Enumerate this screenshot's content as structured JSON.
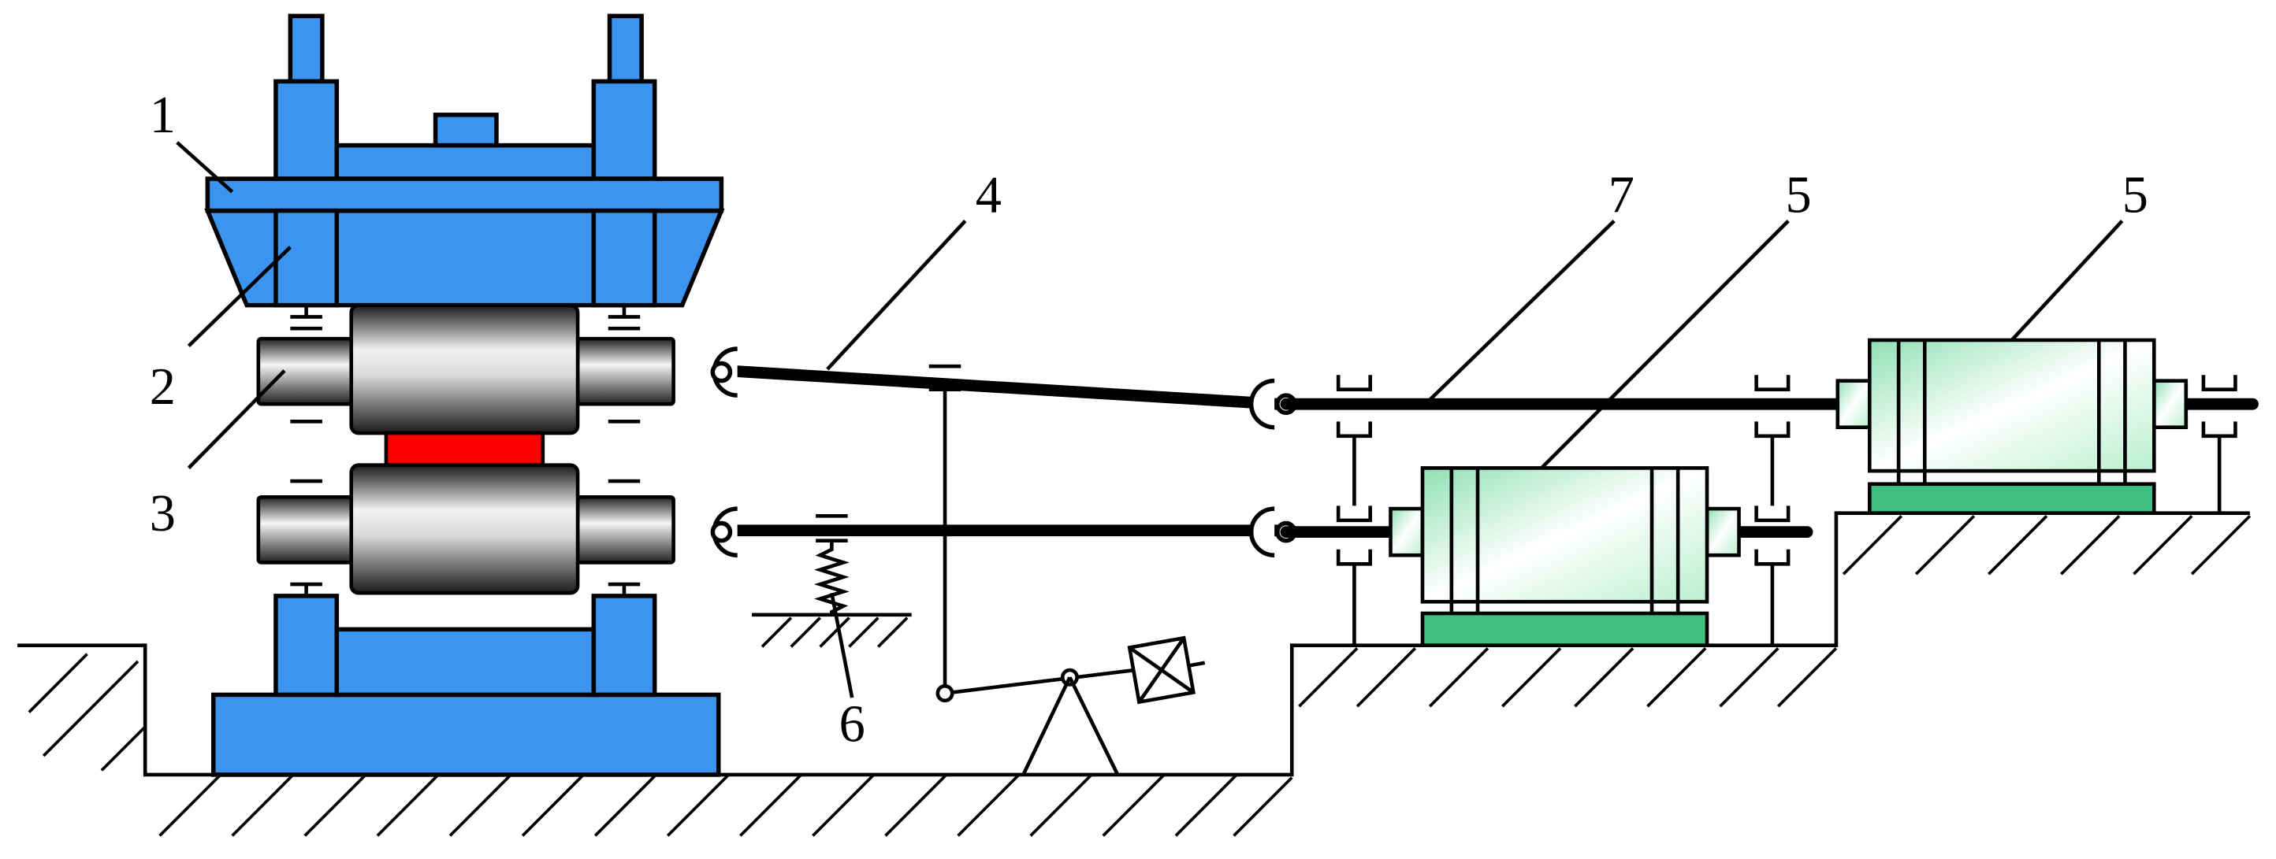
{
  "labels": {
    "l1": "1",
    "l2": "2",
    "l3": "3",
    "l4": "4",
    "l5a": "5",
    "l5b": "5",
    "l6": "6",
    "l7": "7"
  },
  "colors": {
    "stand": "#3b95f0",
    "slab": "#ff0000",
    "motor_base": "#3fbf7f",
    "outline": "#000000"
  },
  "icons": {
    "universal_joint": "universal-joint-icon",
    "coupling": "flange-coupling-icon",
    "spring": "spring-icon"
  }
}
